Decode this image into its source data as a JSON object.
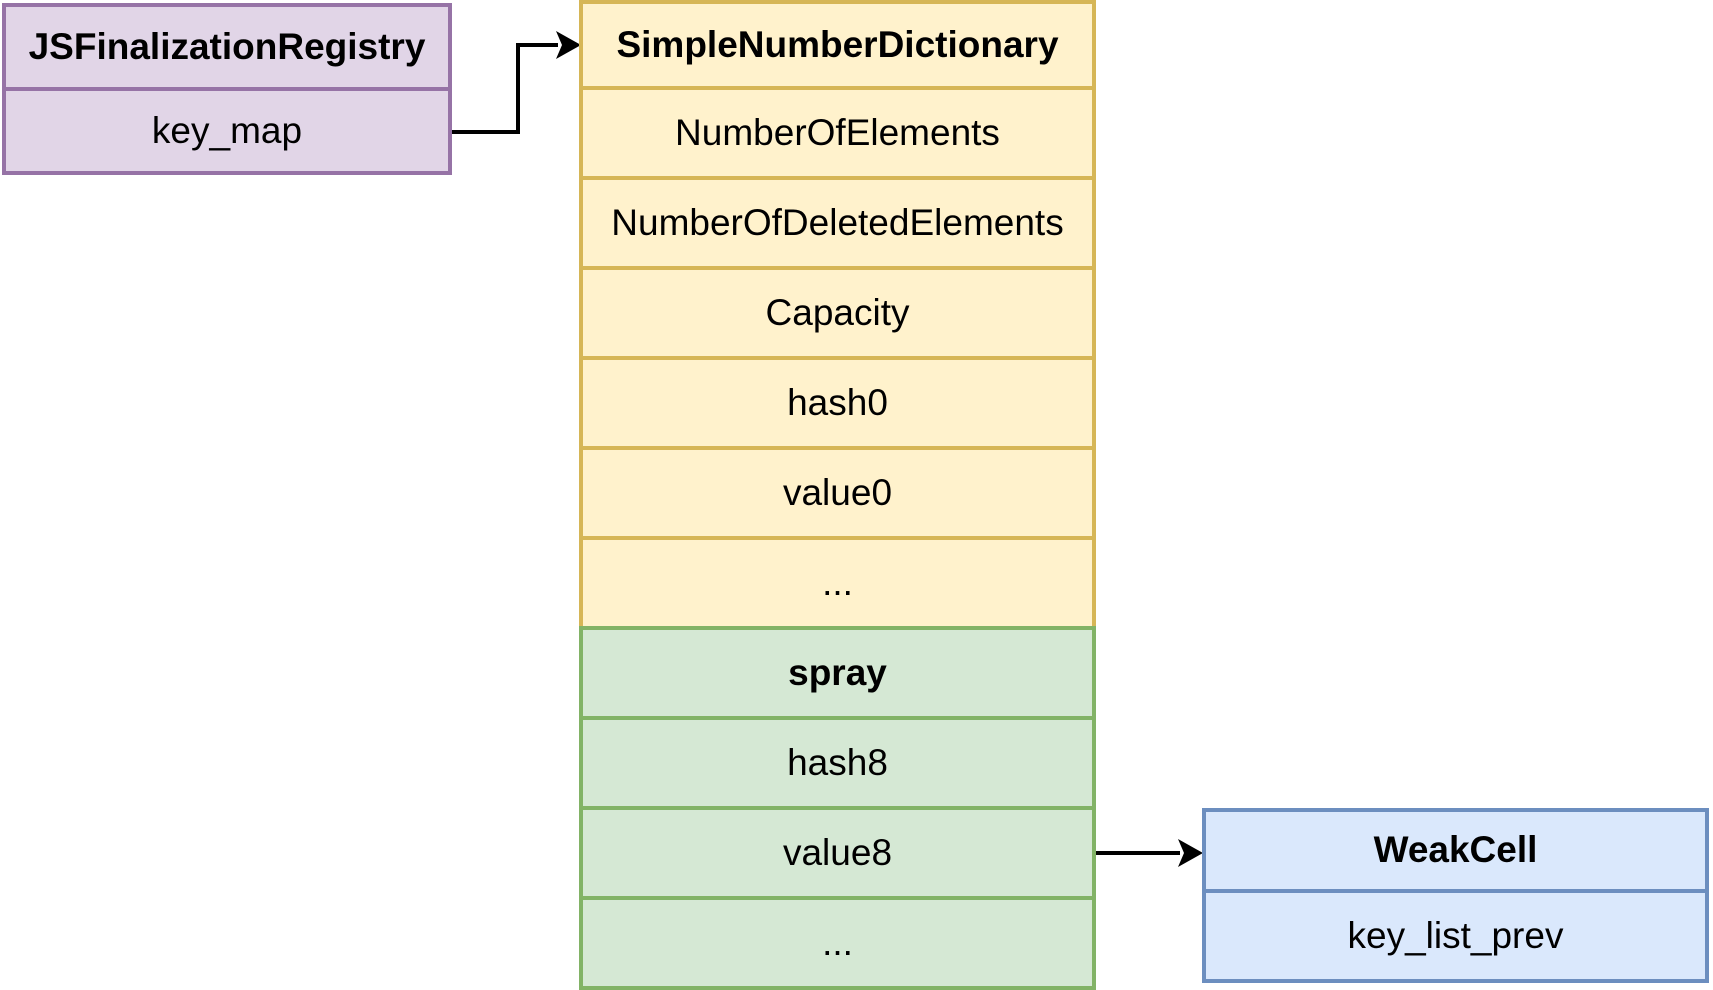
{
  "canvas": {
    "background": "#ffffff",
    "edge_color": "#000000"
  },
  "boxes": {
    "registry": {
      "title": "JSFinalizationRegistry",
      "rows": [
        "key_map"
      ],
      "fill": "#e1d5e7",
      "stroke": "#9673a6"
    },
    "dictionary": {
      "title": "SimpleNumberDictionary",
      "rows": [
        "NumberOfElements",
        "NumberOfDeletedElements",
        "Capacity",
        "hash0",
        "value0",
        "..."
      ],
      "fill": "#fff2cc",
      "stroke": "#d6b656"
    },
    "spray": {
      "title": "spray",
      "rows": [
        "hash8",
        "value8",
        "..."
      ],
      "fill": "#d5e8d4",
      "stroke": "#82b366"
    },
    "weakcell": {
      "title": "WeakCell",
      "rows": [
        "key_list_prev"
      ],
      "fill": "#dae8fc",
      "stroke": "#6c8ebf"
    }
  },
  "edges": [
    {
      "from": "key_map",
      "to": "SimpleNumberDictionary"
    },
    {
      "from": "value8",
      "to": "WeakCell"
    }
  ]
}
